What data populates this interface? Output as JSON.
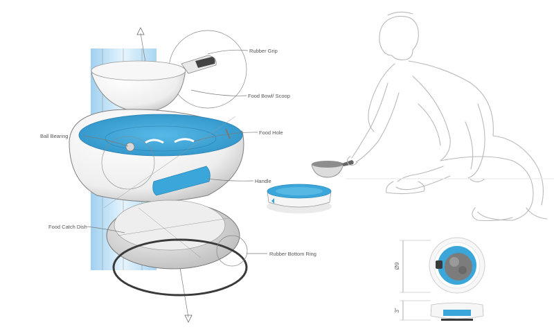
{
  "labels": {
    "rubber_grip": "Rubber Grip",
    "food_bowl_scoop": "Food Bowl/ Scoop",
    "ball_bearing": "Ball Bearing",
    "food_hole": "Food Hole",
    "handle": "Handle",
    "food_catch_dish": "Food Catch Dish",
    "rubber_bottom_ring": "Rubber Bottom Ring"
  },
  "dimensions": {
    "diameter": "Ø9",
    "height": "3\""
  },
  "colors": {
    "accent_blue": "#3aa6d9",
    "water_panel": "#bfe0f5",
    "body_white": "#f2f2f2",
    "sketch_grey": "#b9b9b9",
    "rubber_dark": "#3a3a3a"
  }
}
